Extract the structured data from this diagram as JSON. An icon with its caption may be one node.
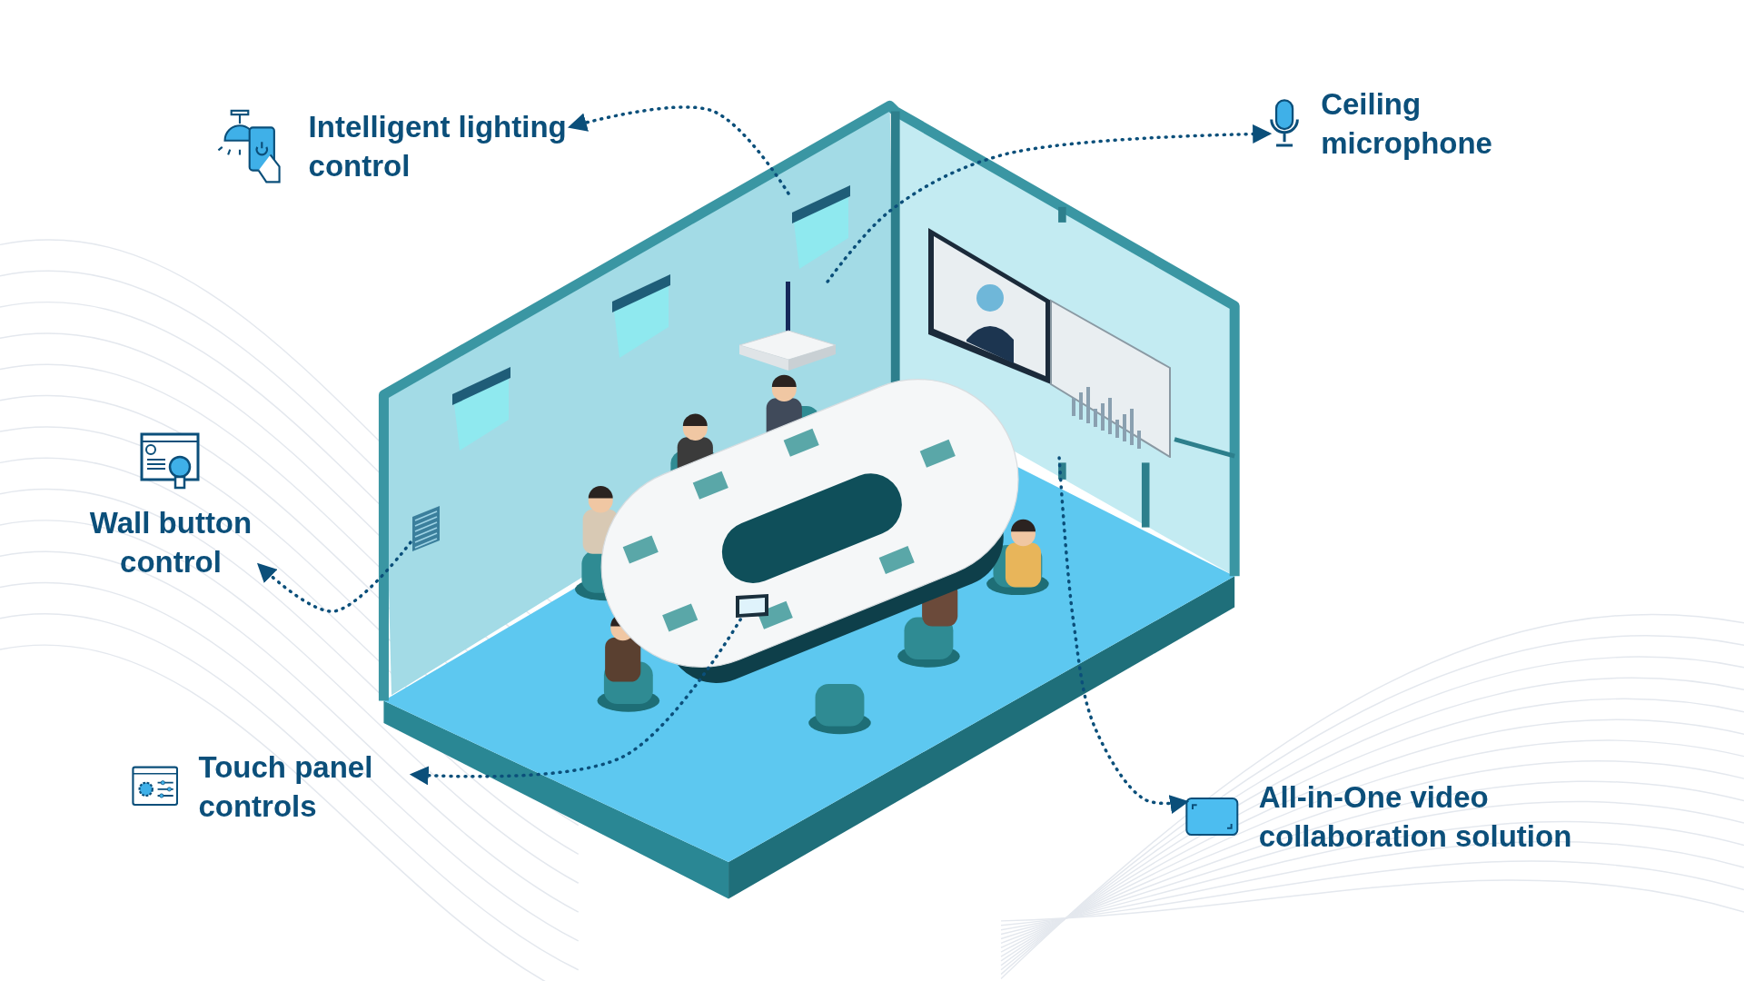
{
  "diagram": {
    "nodes": [
      {
        "text": [
          "Intelligent lighting control"
        ]
      },
      {
        "text": [
          "Ceiling microphone"
        ]
      },
      {
        "text": [
          "Wall button control"
        ]
      },
      {
        "text": [
          "Touch panel controls"
        ]
      },
      {
        "text": [
          "All-in-One video collaboration solution"
        ]
      },
      {
        "text": [],
        "shape": "picture"
      },
      {
        "text": [],
        "shape": "picture"
      },
      {
        "text": [],
        "shape": "picture"
      },
      {
        "text": [],
        "shape": "picture"
      },
      {
        "text": [],
        "shape": "picture"
      },
      {
        "text": [],
        "shape": "picture"
      },
      {
        "text": [],
        "shape": "picture"
      }
    ],
    "edges": [
      {
        "from": 5,
        "to": 0,
        "arrow": "to",
        "style": "dashed"
      },
      {
        "from": 6,
        "to": 1,
        "arrow": "to",
        "style": "dashed"
      },
      {
        "from": 7,
        "to": 2,
        "arrow": "to",
        "style": "dashed"
      },
      {
        "from": 9,
        "to": 3,
        "arrow": "to",
        "style": "dashed"
      },
      {
        "from": 8,
        "to": 4,
        "arrow": "to",
        "style": "dashed"
      }
    ]
  }
}
